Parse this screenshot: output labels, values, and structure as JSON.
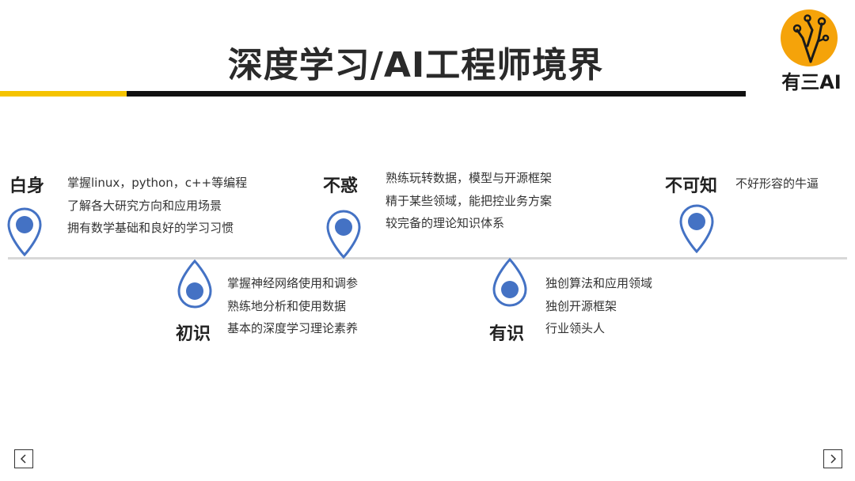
{
  "slide": {
    "title": "深度学习/AI工程师境界"
  },
  "logo": {
    "text": "有三AI"
  },
  "colors": {
    "accent_yellow": "#f5c300",
    "bar_black": "#111111",
    "pin_blue": "#4472c4",
    "logo_orange": "#f5a30a"
  },
  "stages": [
    {
      "name": "白身",
      "lines": [
        "掌握linux，python，c++等编程",
        "了解各大研究方向和应用场景",
        "拥有数学基础和良好的学习习惯"
      ]
    },
    {
      "name": "初识",
      "lines": [
        "掌握神经网络使用和调参",
        "熟练地分析和使用数据",
        "基本的深度学习理论素养"
      ]
    },
    {
      "name": "不惑",
      "lines": [
        "熟练玩转数据，模型与开源框架",
        "精于某些领域，能把控业务方案",
        "较完备的理论知识体系"
      ]
    },
    {
      "name": "有识",
      "lines": [
        "独创算法和应用领域",
        "独创开源框架",
        "行业领头人"
      ]
    },
    {
      "name": "不可知",
      "lines": [
        "不好形容的牛逼"
      ]
    }
  ],
  "nav": {
    "prev_icon": "chevron-left-icon",
    "next_icon": "chevron-right-icon"
  }
}
